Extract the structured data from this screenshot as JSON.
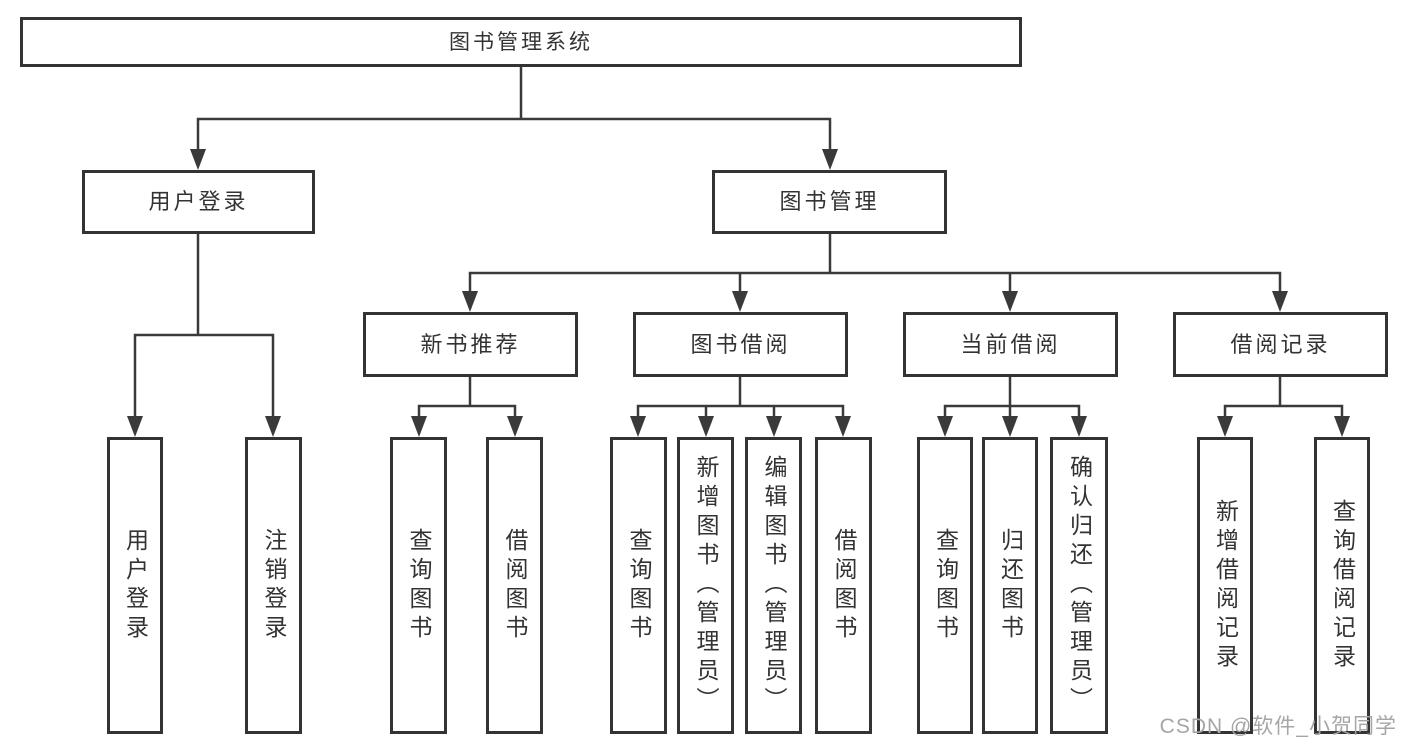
{
  "diagram": {
    "title": "图书管理系统",
    "branches": [
      {
        "label": "用户登录",
        "leaves": [
          "用户登录",
          "注销登录"
        ]
      },
      {
        "label": "图书管理",
        "groups": [
          {
            "label": "新书推荐",
            "leaves": [
              "查询图书",
              "借阅图书"
            ]
          },
          {
            "label": "图书借阅",
            "leaves": [
              "查询图书",
              "新增图书（管理员）",
              "编辑图书（管理员）",
              "借阅图书"
            ]
          },
          {
            "label": "当前借阅",
            "leaves": [
              "查询图书",
              "归还图书",
              "确认归还（管理员）"
            ]
          },
          {
            "label": "借阅记录",
            "leaves": [
              "新增借阅记录",
              "查询借阅记录"
            ]
          }
        ]
      }
    ]
  },
  "watermark": {
    "text": "CSDN @软件_小贺同学"
  },
  "colors": {
    "line": "#3a3a3a",
    "border": "#333333",
    "text": "#333333",
    "watermark": "#a6a6a6",
    "background": "#ffffff"
  }
}
